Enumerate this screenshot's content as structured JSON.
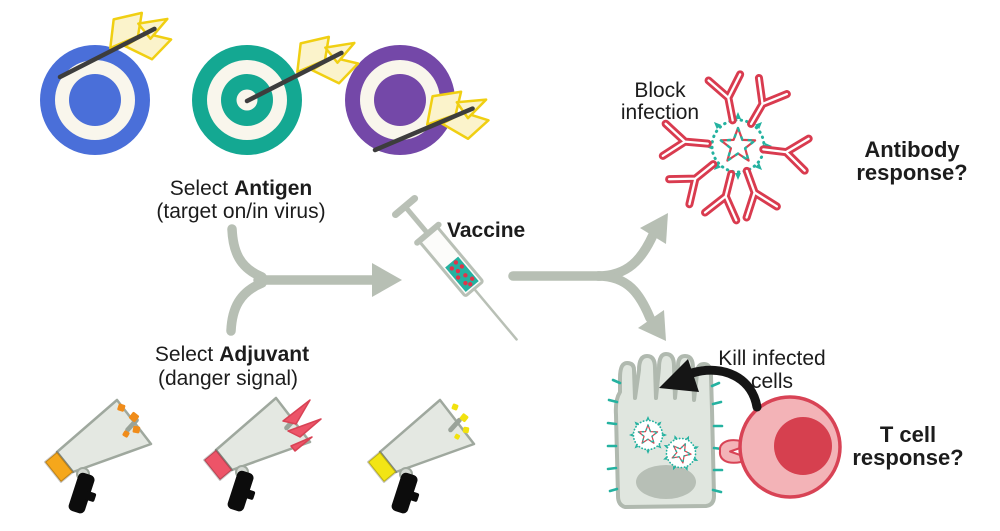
{
  "page": {
    "type": "vaccine-design-diagram",
    "background": "#ffffff"
  },
  "labels": {
    "antigen": {
      "prefix": "Select",
      "bold": "Antigen",
      "sub": "(target on/in virus)"
    },
    "adjuvant": {
      "prefix": "Select",
      "bold": "Adjuvant",
      "sub": "(danger signal)"
    },
    "vaccine": "Vaccine",
    "block_infection": {
      "line1": "Block",
      "line2": "infection"
    },
    "antibody_response": {
      "line1": "Antibody",
      "line2": "response?"
    },
    "kill_infected": {
      "line1": "Kill infected",
      "line2": "cells"
    },
    "tcell_response": {
      "line1": "T cell",
      "line2": "response?"
    }
  },
  "icons": {
    "antigen_options": [
      "blue-bullseye-dart",
      "teal-bullseye-dart",
      "purple-bullseye-dart"
    ],
    "adjuvant_options": [
      "orange-megaphone",
      "red-megaphone",
      "yellow-megaphone"
    ],
    "vaccine": "syringe-icon",
    "antibody": "y-shaped-antibody-icon",
    "virus": "spiked-virus-icon",
    "infected_cell": "infected-cell-icon",
    "t_cell": "t-cell-icon",
    "flow": [
      "merge-arrow",
      "split-arrow",
      "kill-arrow"
    ]
  },
  "colors": {
    "arrow_gray": "#b7bfb4",
    "target_blue": "#4a6fd9",
    "target_teal": "#14a892",
    "target_purple": "#7448a8",
    "bullseye_cream": "#f9f6ec",
    "antibody_red": "#d93b4f",
    "virus_teal": "#24b2a0",
    "virus_core_red": "#d84350",
    "megaphone_orange": "#f5a71b",
    "megaphone_red": "#ed5468",
    "megaphone_yellow": "#f2e515",
    "cell_fill": "#e0e6df",
    "cell_stroke": "#b0b9af",
    "tcell_fill": "#f3b3b7",
    "tcell_nucleus": "#d6404f",
    "syringe_gray": "#b9c0b6",
    "vaccine_dot_red": "#e0344a",
    "text_black": "#1c1c1c"
  }
}
